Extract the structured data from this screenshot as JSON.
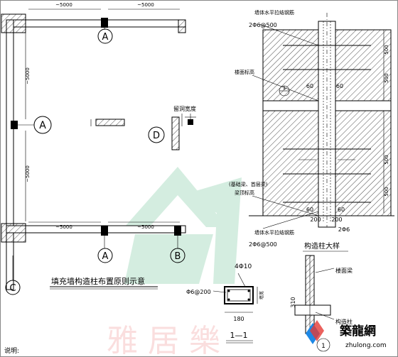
{
  "plan": {
    "dims": {
      "top_left": "~5000",
      "top_right": "~5000",
      "bottom_left": "~5000",
      "bottom_right": "~5000",
      "side_upper": "~5000",
      "side_lower": "~5000"
    },
    "markers": {
      "A_top": "A",
      "A_left": "A",
      "A_bottom": "A",
      "B_bottom": "B",
      "C_corner": "C",
      "D_detail": "D"
    },
    "opening_label": "留洞宽度",
    "title": "填充墙构造柱布置原则示意"
  },
  "elevation": {
    "label_tie_top": "墙体水平拉结钢筋",
    "label_tie_top_spec": "2Φ6@500",
    "label_floor": "楼面标高",
    "label_beam": "(基础梁、首层梁)",
    "label_beam_top": "梁顶标高",
    "label_tie_bottom": "墙体水平拉结钢筋",
    "label_tie_bottom_spec": "2Φ6@500",
    "dim_60a": "60",
    "dim_60b": "60",
    "dim_60c": "60",
    "dim_60d": "60",
    "dim_200a": "200",
    "dim_200b": "200",
    "dim_500a": "500",
    "dim_500b": "500",
    "dim_500c": "500",
    "dim_500d": "500",
    "dim_2phi6": "2Φ6",
    "section_marker": "1"
  },
  "detail": {
    "title": "构造柱大样",
    "label_beam": "楼面梁",
    "label_310": "310",
    "label_col": "构造柱",
    "marker": "1"
  },
  "section": {
    "rebar_top": "4Φ10",
    "stirrup": "Φ6@200",
    "width": "180",
    "wall": "墙宽",
    "title": "1—1"
  },
  "footer": {
    "note": "说明:"
  },
  "watermark": {
    "brand_cn": "築龍網",
    "brand_url": "zhulong.com"
  }
}
